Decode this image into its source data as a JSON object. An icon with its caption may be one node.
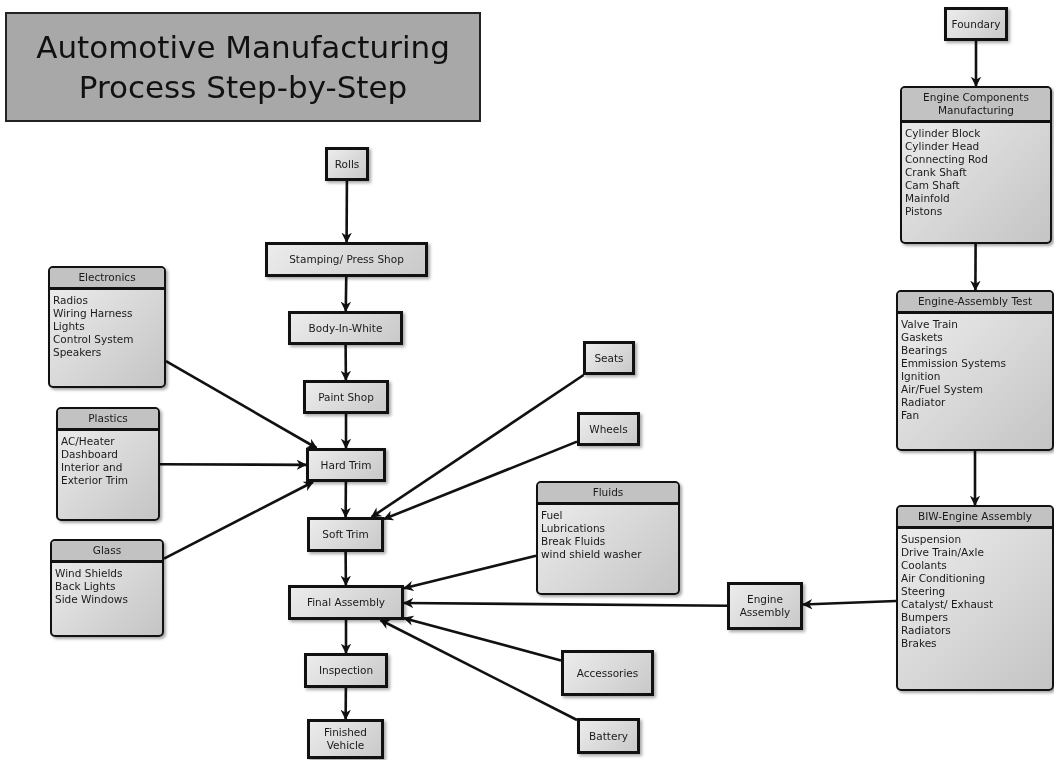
{
  "diagram": {
    "title": "Automotive Manufacturing Process Step-by-Step",
    "nodes": [
      {
        "text": [
          "Rolls"
        ]
      },
      {
        "text": [
          "Stamping/ Press Shop"
        ]
      },
      {
        "text": [
          "Body-In-White"
        ]
      },
      {
        "text": [
          "Paint Shop"
        ]
      },
      {
        "text": [
          "Hard Trim"
        ]
      },
      {
        "text": [
          "Soft Trim"
        ]
      },
      {
        "text": [
          "Final Assembly"
        ]
      },
      {
        "text": [
          "Inspection"
        ]
      },
      {
        "text": [
          "Finished Vehicle"
        ]
      },
      {
        "text": [
          "Electronics",
          "Radios",
          "Wiring Harness",
          "Lights",
          "Control System",
          "Speakers"
        ]
      },
      {
        "text": [
          "Plastics",
          "AC/Heater",
          "Dashboard",
          "Interior and Exterior Trim"
        ]
      },
      {
        "text": [
          "Glass",
          "Wind Shields",
          "Back Lights",
          "Side Windows"
        ]
      },
      {
        "text": [
          "Seats"
        ]
      },
      {
        "text": [
          "Wheels"
        ]
      },
      {
        "text": [
          "Fluids",
          "Fuel",
          "Lubrications",
          "Break Fluids",
          "wind shield washer"
        ]
      },
      {
        "text": [
          "Accessories"
        ]
      },
      {
        "text": [
          "Battery"
        ]
      },
      {
        "text": [
          "Foundary"
        ]
      },
      {
        "text": [
          "Engine Components Manufacturing",
          "Cylinder Block",
          "Cylinder Head",
          "Connecting Rod",
          "Crank Shaft",
          "Cam Shaft",
          "Mainfold",
          "Pistons"
        ]
      },
      {
        "text": [
          "Engine-Assembly Test",
          "Valve Train",
          "Gaskets",
          "Bearings",
          "Emmission Systems",
          "Ignition",
          "Air/Fuel System",
          "Radiator",
          "Fan"
        ]
      },
      {
        "text": [
          "BIW-Engine Assembly",
          "Suspension",
          "Drive Train/Axle",
          "Coolants",
          "Air Conditioning",
          "Steering",
          "Catalyst/ Exhaust",
          "Bumpers",
          "Radiators",
          "Brakes"
        ]
      },
      {
        "text": [
          "Engine Assembly"
        ]
      }
    ],
    "edges": [
      {
        "from": 0,
        "to": 1,
        "arrow": "to"
      },
      {
        "from": 1,
        "to": 2,
        "arrow": "to"
      },
      {
        "from": 2,
        "to": 3,
        "arrow": "to"
      },
      {
        "from": 3,
        "to": 4,
        "arrow": "to"
      },
      {
        "from": 4,
        "to": 5,
        "arrow": "to"
      },
      {
        "from": 5,
        "to": 6,
        "arrow": "to"
      },
      {
        "from": 6,
        "to": 7,
        "arrow": "to"
      },
      {
        "from": 7,
        "to": 8,
        "arrow": "to"
      },
      {
        "from": 9,
        "to": 4,
        "arrow": "to"
      },
      {
        "from": 10,
        "to": 4,
        "arrow": "to"
      },
      {
        "from": 11,
        "to": 4,
        "arrow": "to"
      },
      {
        "from": 12,
        "to": 5,
        "arrow": "to"
      },
      {
        "from": 13,
        "to": 5,
        "arrow": "to"
      },
      {
        "from": 14,
        "to": 6,
        "arrow": "to"
      },
      {
        "from": 21,
        "to": 6,
        "arrow": "to"
      },
      {
        "from": 15,
        "to": 6,
        "arrow": "to"
      },
      {
        "from": 16,
        "to": 6,
        "arrow": "to"
      },
      {
        "from": 17,
        "to": 18,
        "arrow": "to"
      },
      {
        "from": 18,
        "to": 19,
        "arrow": "to"
      },
      {
        "from": 19,
        "to": 20,
        "arrow": "to"
      },
      {
        "from": 20,
        "to": 21,
        "arrow": "to"
      }
    ]
  }
}
